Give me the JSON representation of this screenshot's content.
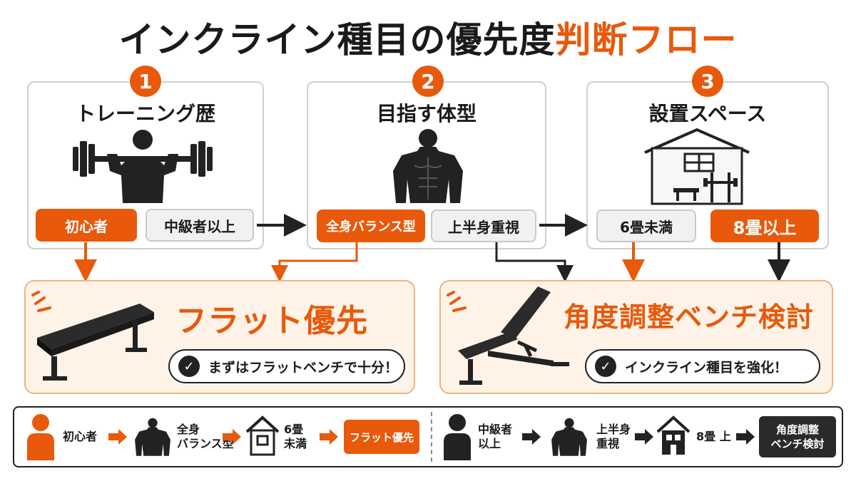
{
  "title": {
    "main": "インクライン種目の優先度",
    "accent": "判断フロー"
  },
  "colors": {
    "accent": "#e8590c",
    "dark": "#222222",
    "light_bg": "#fff3e8"
  },
  "steps": [
    {
      "number": "1",
      "title": "トレーニング歴",
      "options": [
        "初心者",
        "中級者以上"
      ],
      "icon": "lifter-icon"
    },
    {
      "number": "2",
      "title": "目指す体型",
      "options": [
        "全身バランス型",
        "上半身重視"
      ],
      "icon": "torso-icon"
    },
    {
      "number": "3",
      "title": "設置スペース",
      "options": [
        "6畳未満",
        "8畳以上"
      ],
      "icon": "home-gym-icon"
    }
  ],
  "results": [
    {
      "title": "フラット優先",
      "note": "まずはフラットベンチで十分！",
      "icon": "flat-bench-icon"
    },
    {
      "title": "角度調整ベンチ検討",
      "note": "インクライン種目を強化！",
      "icon": "adjustable-bench-icon"
    }
  ],
  "summary": {
    "left": {
      "a": "初心者",
      "b1": "全身",
      "b2": "バランス型",
      "c1": "6畳",
      "c2": "未満",
      "result": "フラット優先"
    },
    "right": {
      "a1": "中級者",
      "a2": "以上",
      "b1": "上半身",
      "b2": "重視",
      "c": "8畳 上",
      "r1": "角度調整",
      "r2": "ベンチ検討"
    }
  }
}
